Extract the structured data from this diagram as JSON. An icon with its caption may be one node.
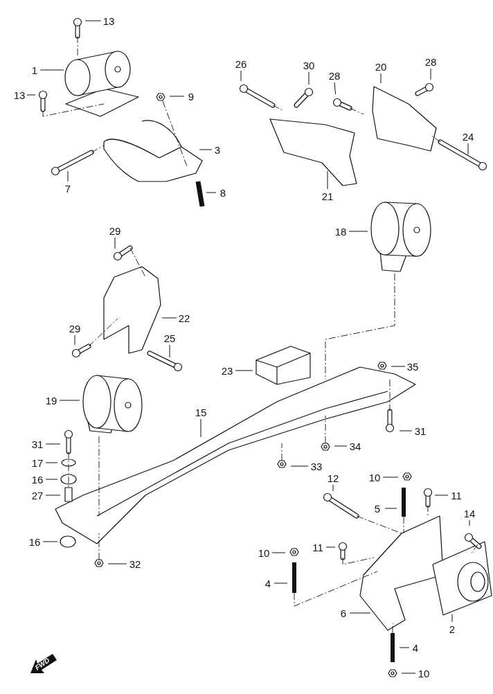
{
  "diagram": {
    "nodes": [
      {
        "text": [
          "13"
        ]
      },
      {
        "text": [
          "26"
        ]
      },
      {
        "text": [
          "30"
        ]
      },
      {
        "text": [
          "20"
        ]
      },
      {
        "text": [
          "28"
        ]
      },
      {
        "text": [
          "1"
        ]
      },
      {
        "text": [
          "28"
        ]
      },
      {
        "text": [
          "13"
        ]
      },
      {
        "text": [
          "9"
        ]
      },
      {
        "text": [
          "24"
        ]
      },
      {
        "text": [
          "3"
        ]
      },
      {
        "text": [
          "7"
        ]
      },
      {
        "text": [
          "8"
        ]
      },
      {
        "text": [
          "21"
        ]
      },
      {
        "text": [
          "29"
        ]
      },
      {
        "text": [
          "18"
        ]
      },
      {
        "text": [
          "22"
        ]
      },
      {
        "text": [
          "29"
        ]
      },
      {
        "text": [
          "25"
        ]
      },
      {
        "text": [
          "35"
        ]
      },
      {
        "text": [
          "23"
        ]
      },
      {
        "text": [
          "19"
        ]
      },
      {
        "text": [
          "15"
        ]
      },
      {
        "text": [
          "31"
        ]
      },
      {
        "text": [
          "31"
        ]
      },
      {
        "text": [
          "34"
        ]
      },
      {
        "text": [
          "17"
        ]
      },
      {
        "text": [
          "33"
        ]
      },
      {
        "text": [
          "10"
        ]
      },
      {
        "text": [
          "12"
        ]
      },
      {
        "text": [
          "16"
        ]
      },
      {
        "text": [
          "27"
        ]
      },
      {
        "text": [
          "11"
        ]
      },
      {
        "text": [
          "5"
        ]
      },
      {
        "text": [
          "14"
        ]
      },
      {
        "text": [
          "16"
        ]
      },
      {
        "text": [
          "11"
        ]
      },
      {
        "text": [
          "10"
        ]
      },
      {
        "text": [
          "32"
        ]
      },
      {
        "text": [
          "4"
        ]
      },
      {
        "text": [
          "6"
        ]
      },
      {
        "text": [
          "2"
        ]
      },
      {
        "text": [
          "4"
        ]
      },
      {
        "text": [
          "10"
        ]
      }
    ],
    "edges": [
      {
        "from": 0,
        "to": null,
        "arrow": "none"
      },
      {
        "from": 1,
        "to": null,
        "arrow": "none"
      },
      {
        "from": 2,
        "to": null,
        "arrow": "none"
      },
      {
        "from": 3,
        "to": null,
        "arrow": "none"
      },
      {
        "from": 4,
        "to": null,
        "arrow": "none"
      },
      {
        "from": 5,
        "to": null,
        "arrow": "none"
      },
      {
        "from": 6,
        "to": null,
        "arrow": "none"
      },
      {
        "from": 7,
        "to": null,
        "arrow": "none"
      },
      {
        "from": 8,
        "to": null,
        "arrow": "none"
      },
      {
        "from": 9,
        "to": null,
        "arrow": "none"
      },
      {
        "from": 10,
        "to": null,
        "arrow": "none"
      },
      {
        "from": 11,
        "to": null,
        "arrow": "none"
      },
      {
        "from": 12,
        "to": null,
        "arrow": "none"
      },
      {
        "from": 13,
        "to": null,
        "arrow": "none"
      },
      {
        "from": 14,
        "to": null,
        "arrow": "none"
      },
      {
        "from": 15,
        "to": null,
        "arrow": "none"
      },
      {
        "from": 16,
        "to": null,
        "arrow": "none"
      },
      {
        "from": 17,
        "to": null,
        "arrow": "none"
      },
      {
        "from": 18,
        "to": null,
        "arrow": "none"
      },
      {
        "from": 19,
        "to": null,
        "arrow": "none"
      },
      {
        "from": 20,
        "to": null,
        "arrow": "none"
      },
      {
        "from": 21,
        "to": null,
        "arrow": "none"
      },
      {
        "from": 22,
        "to": null,
        "arrow": "none"
      },
      {
        "from": 23,
        "to": null,
        "arrow": "none"
      },
      {
        "from": 24,
        "to": null,
        "arrow": "none"
      },
      {
        "from": 25,
        "to": null,
        "arrow": "none"
      },
      {
        "from": 26,
        "to": null,
        "arrow": "none"
      },
      {
        "from": 27,
        "to": null,
        "arrow": "none"
      },
      {
        "from": 28,
        "to": null,
        "arrow": "none"
      },
      {
        "from": 29,
        "to": null,
        "arrow": "none"
      },
      {
        "from": 30,
        "to": null,
        "arrow": "none"
      },
      {
        "from": 31,
        "to": null,
        "arrow": "none"
      },
      {
        "from": 32,
        "to": null,
        "arrow": "none"
      },
      {
        "from": 33,
        "to": null,
        "arrow": "none"
      },
      {
        "from": 34,
        "to": null,
        "arrow": "none"
      },
      {
        "from": 35,
        "to": null,
        "arrow": "none"
      },
      {
        "from": 36,
        "to": null,
        "arrow": "none"
      },
      {
        "from": 37,
        "to": null,
        "arrow": "none"
      },
      {
        "from": 38,
        "to": null,
        "arrow": "none"
      },
      {
        "from": 39,
        "to": null,
        "arrow": "none"
      },
      {
        "from": 40,
        "to": null,
        "arrow": "none"
      },
      {
        "from": 41,
        "to": null,
        "arrow": "none"
      },
      {
        "from": 42,
        "to": null,
        "arrow": "none"
      },
      {
        "from": 43,
        "to": null,
        "arrow": "none"
      }
    ],
    "labels": [
      "FWD"
    ]
  }
}
